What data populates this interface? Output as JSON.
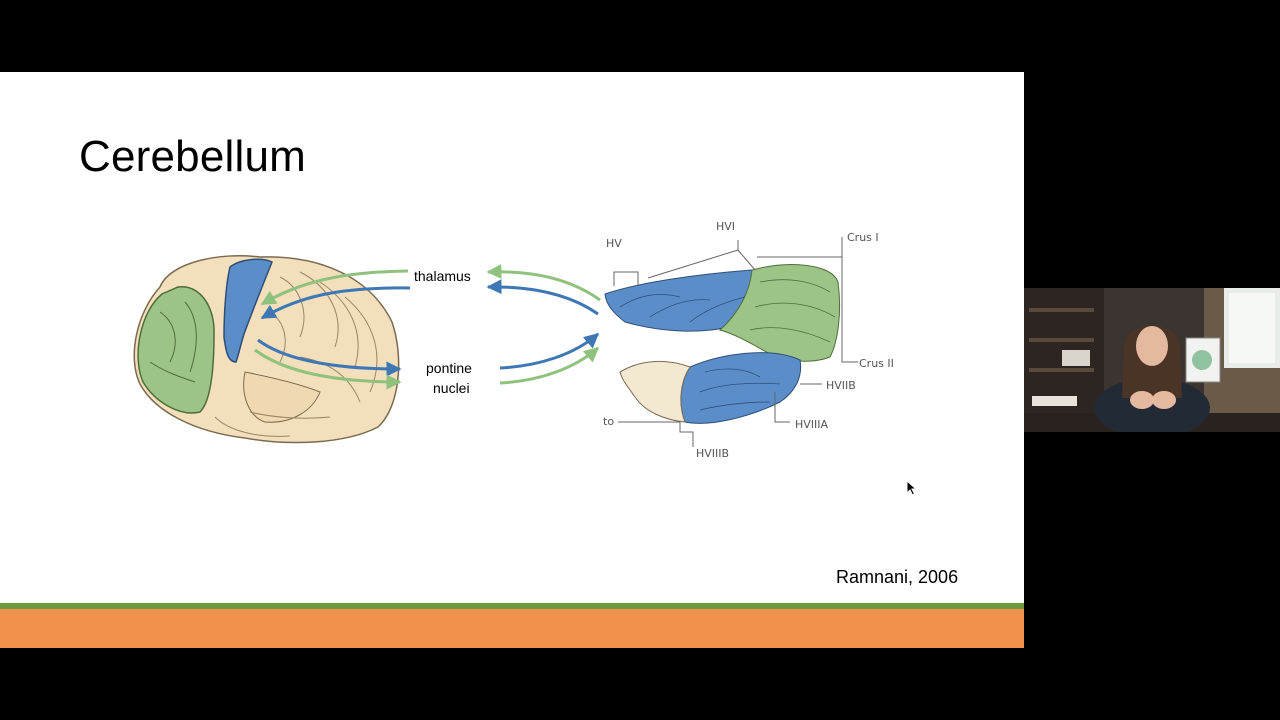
{
  "slide": {
    "title": "Cerebellum",
    "citation": "Ramnani, 2006",
    "colors": {
      "accent_green": "#6e9a3f",
      "accent_orange": "#f0924c",
      "region_blue": "#5b8ec9",
      "region_green": "#9cc487",
      "cortex_tan": "#f3dfbc",
      "arrow_blue": "#3d78b5",
      "arrow_green": "#8fc27c"
    }
  },
  "diagram": {
    "labels": {
      "thalamus": "thalamus",
      "pontine_line1": "pontine",
      "pontine_line2": "nuclei"
    },
    "cerebellum_labels": {
      "hv": "HV",
      "hvi": "HVI",
      "crus_i": "Crus I",
      "crus_ii": "Crus II",
      "hviib": "HVIIB",
      "hviiia": "HVIIIA",
      "hviiib": "HVIIIB",
      "to": "to"
    }
  },
  "webcam": {
    "icon": "presenter-video-feed"
  }
}
